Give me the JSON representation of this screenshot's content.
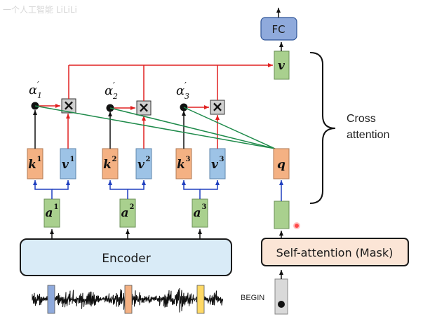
{
  "watermark": "一个人工智能 LiLiLi",
  "fc_label": "FC",
  "encoder_label": "Encoder",
  "self_attention_label": "Self-attention (Mask)",
  "begin_label": "BEGIN",
  "cross_attention_label": [
    "Cross",
    "attention"
  ],
  "multiply_symbol": "×",
  "columns": [
    {
      "alpha": "α",
      "alpha_sub": "1",
      "alpha_prime": "′",
      "key": "k",
      "value": "v",
      "input": "a",
      "index": "1"
    },
    {
      "alpha": "α",
      "alpha_sub": "2",
      "alpha_prime": "′",
      "key": "k",
      "value": "v",
      "input": "a",
      "index": "2"
    },
    {
      "alpha": "α",
      "alpha_sub": "3",
      "alpha_prime": "′",
      "key": "k",
      "value": "v",
      "input": "a",
      "index": "3"
    }
  ],
  "query_label": "q",
  "output_label": "v",
  "colors": {
    "green_box": "#a9d08e",
    "orange_box": "#f4b183",
    "blue_box": "#9dc3e6",
    "red_arrow": "#e02020",
    "blue_arrow": "#1f3fbf",
    "green_line": "#1e8a4a",
    "fc_box": "#8faadc",
    "encoder_box": "#d9ebf7",
    "self_attention_box": "#fbe5d6"
  }
}
